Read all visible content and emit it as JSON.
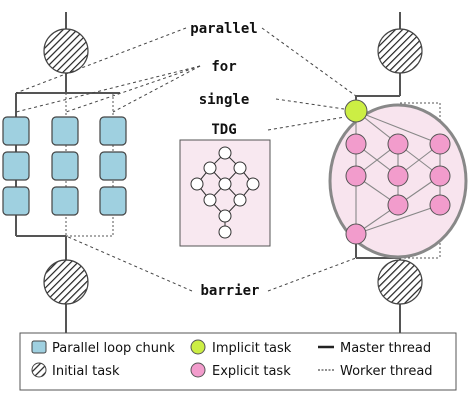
{
  "labels": {
    "parallel": "parallel",
    "for": "for",
    "single": "single",
    "tdg": "TDG",
    "barrier": "barrier"
  },
  "legend": {
    "chunk": "Parallel loop chunk",
    "initial": "Initial task",
    "implicit": "Implicit task",
    "explicit": "Explicit task",
    "master": "Master thread",
    "worker": "Worker thread"
  },
  "colors": {
    "chunk": "#9fd0e0",
    "implicit": "#ccee44",
    "explicit": "#f29ccc",
    "region": "#f8e4ee",
    "tdg_box": "#f8e8f0"
  }
}
